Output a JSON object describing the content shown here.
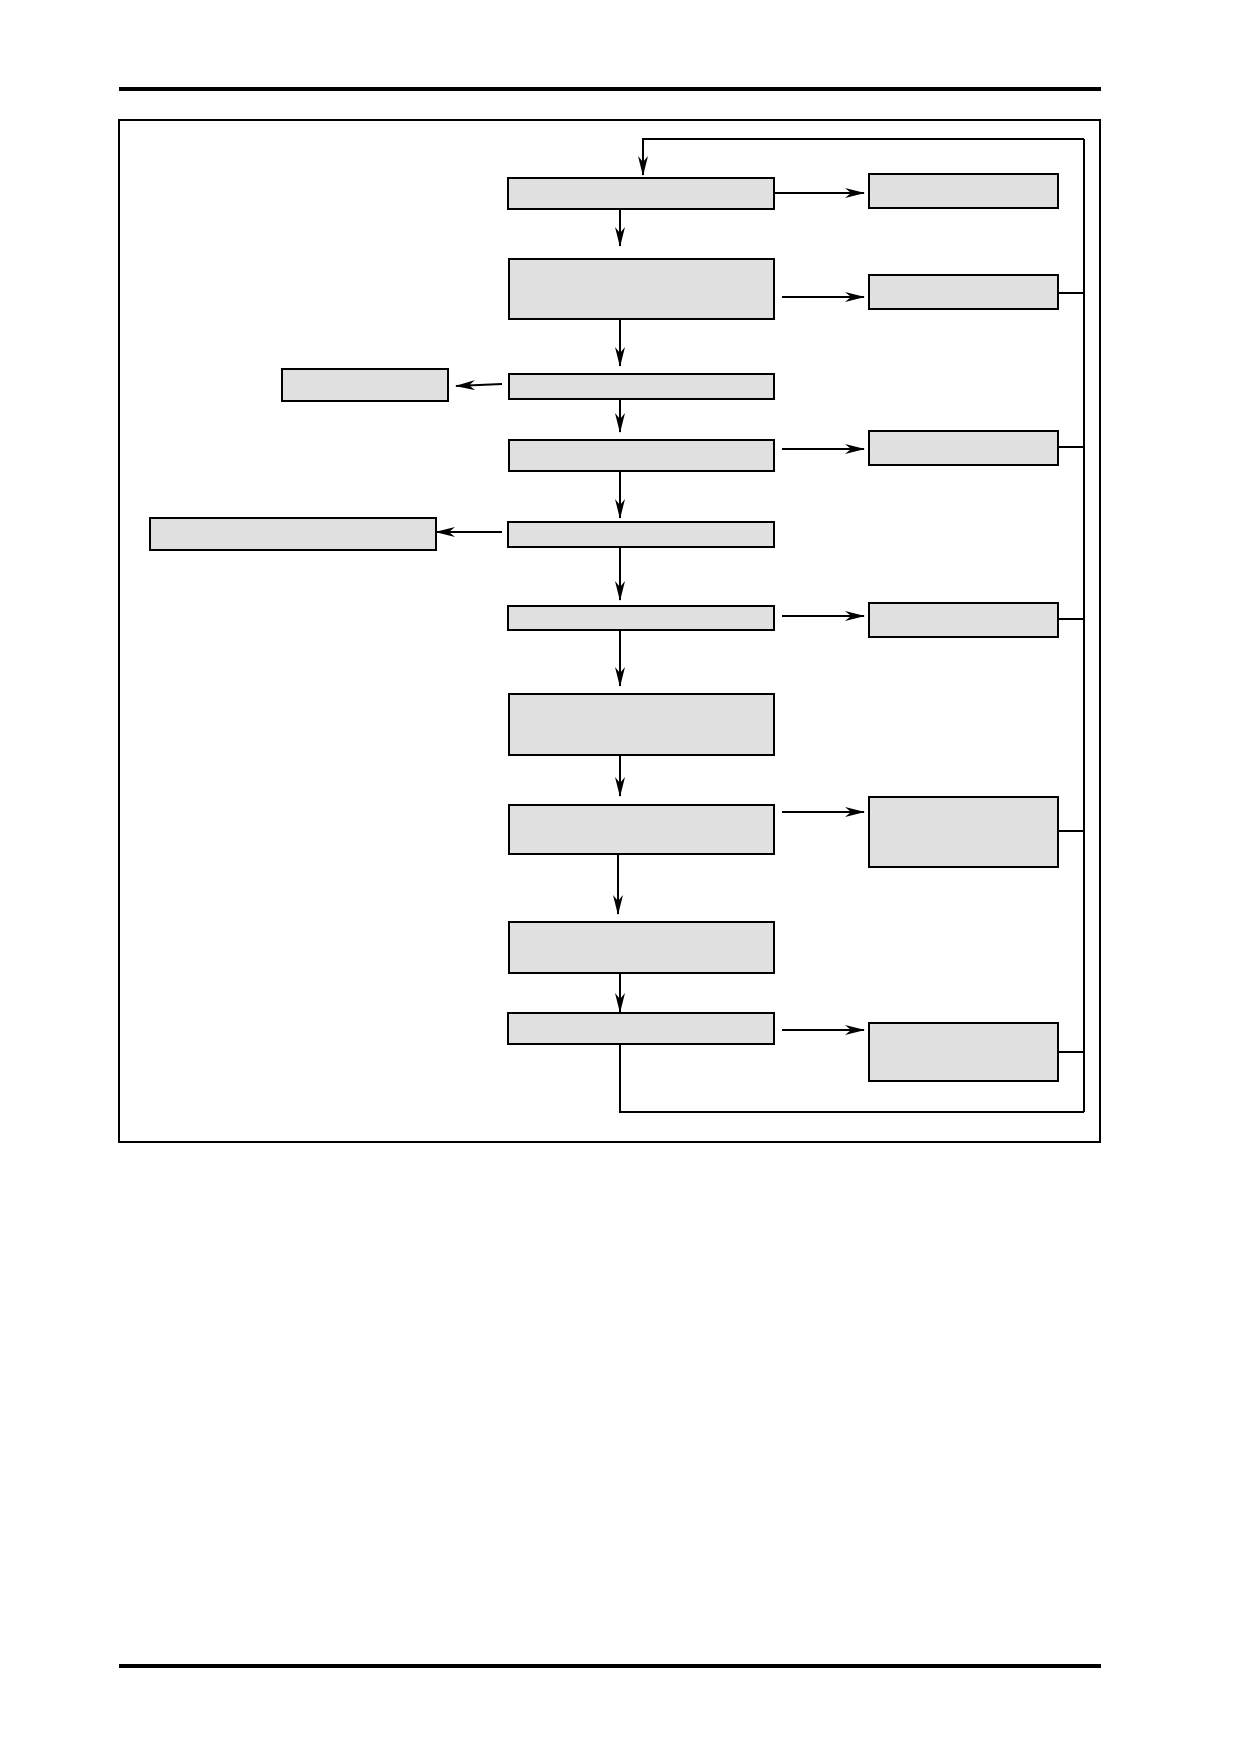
{
  "diagram": {
    "type": "flowchart",
    "box_fill": "#e0e0e0",
    "stroke_color": "#000000",
    "main_steps": [
      {
        "id": "step-1",
        "text": ""
      },
      {
        "id": "step-2",
        "text": ""
      },
      {
        "id": "step-3",
        "text": ""
      },
      {
        "id": "step-4",
        "text": ""
      },
      {
        "id": "step-5",
        "text": ""
      },
      {
        "id": "step-6",
        "text": ""
      },
      {
        "id": "step-7",
        "text": ""
      },
      {
        "id": "step-8",
        "text": ""
      },
      {
        "id": "step-9",
        "text": ""
      },
      {
        "id": "step-10",
        "text": ""
      }
    ],
    "right_outcomes": [
      {
        "id": "outcome-1",
        "text": ""
      },
      {
        "id": "outcome-2",
        "text": ""
      },
      {
        "id": "outcome-3",
        "text": ""
      },
      {
        "id": "outcome-4",
        "text": ""
      },
      {
        "id": "outcome-5",
        "text": ""
      },
      {
        "id": "outcome-6",
        "text": ""
      }
    ],
    "left_outcomes": [
      {
        "id": "left-outcome-1",
        "text": ""
      },
      {
        "id": "left-outcome-2",
        "text": ""
      }
    ]
  }
}
